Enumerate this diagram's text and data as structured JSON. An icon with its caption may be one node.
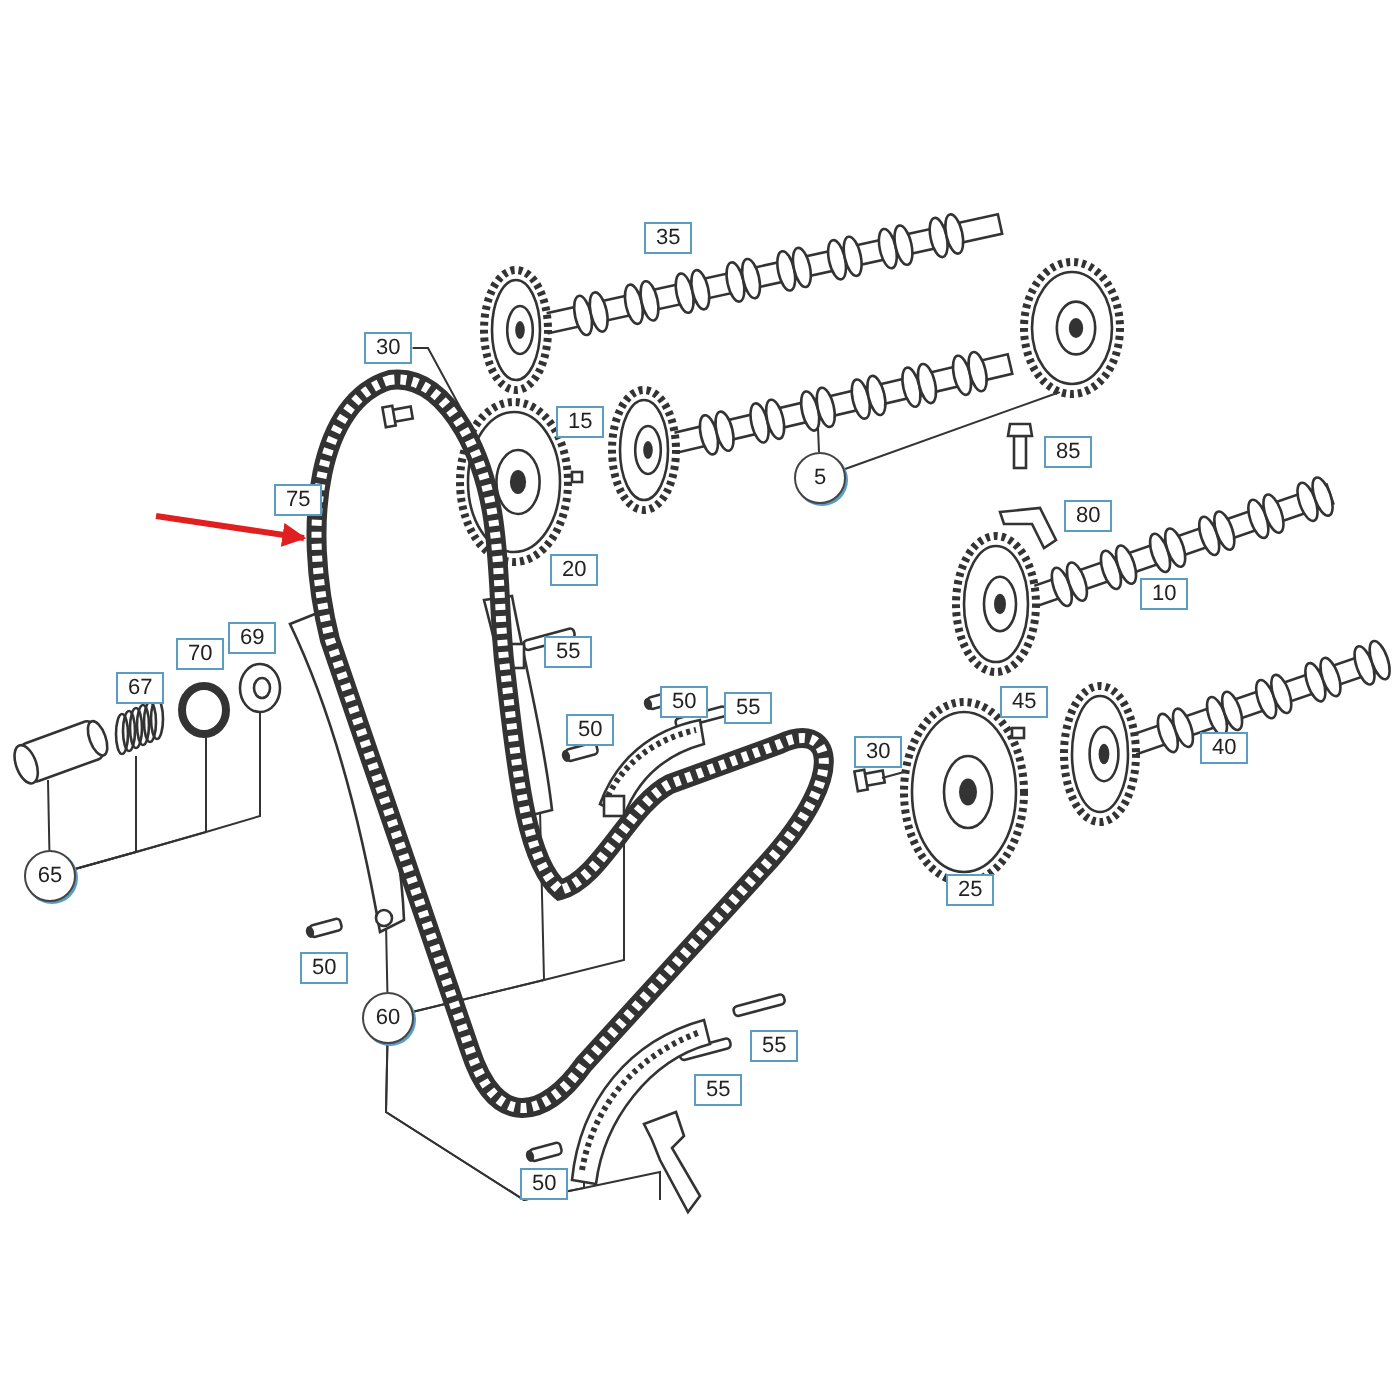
{
  "diagram": {
    "nodes": [
      {
        "text": [
          "30"
        ]
      },
      {
        "text": [],
        "shape": "picture"
      },
      {
        "text": [
          "5"
        ]
      },
      {
        "text": [],
        "shape": "picture"
      },
      {
        "text": [],
        "shape": "picture"
      },
      {
        "text": [
          "65"
        ]
      },
      {
        "text": [],
        "shape": "picture"
      },
      {
        "text": [],
        "shape": "picture"
      },
      {
        "text": [],
        "shape": "circle"
      },
      {
        "text": [],
        "shape": "picture"
      },
      {
        "text": [
          "60"
        ]
      },
      {
        "text": [],
        "shape": "picture"
      },
      {
        "text": [],
        "shape": "picture"
      },
      {
        "text": [],
        "shape": "picture"
      },
      {
        "text": [],
        "shape": "picture"
      },
      {
        "text": [],
        "shape": "picture"
      },
      {
        "text": [],
        "shape": "picture"
      },
      {
        "text": [
          "35"
        ]
      },
      {
        "text": [
          "15"
        ]
      },
      {
        "text": [
          "85"
        ]
      },
      {
        "text": [
          "75"
        ]
      },
      {
        "text": [
          "80"
        ]
      },
      {
        "text": [
          "20"
        ]
      },
      {
        "text": [
          "10"
        ]
      },
      {
        "text": [
          "69"
        ]
      },
      {
        "text": [
          "55"
        ]
      },
      {
        "text": [
          "70"
        ]
      },
      {
        "text": [
          "67"
        ]
      },
      {
        "text": [
          "50"
        ]
      },
      {
        "text": [
          "45"
        ]
      },
      {
        "text": [
          "55"
        ]
      },
      {
        "text": [
          "50"
        ]
      },
      {
        "text": [
          "30"
        ]
      },
      {
        "text": [
          "40"
        ]
      },
      {
        "text": [
          "25"
        ]
      },
      {
        "text": [
          "50"
        ]
      },
      {
        "text": [
          "55"
        ]
      },
      {
        "text": [
          "55"
        ]
      },
      {
        "text": [
          "50"
        ]
      }
    ],
    "edges": [
      {
        "from": 0,
        "to": 1,
        "arrow": "none"
      },
      {
        "from": 2,
        "to": 3,
        "arrow": "none"
      },
      {
        "from": 2,
        "to": 4,
        "arrow": "none"
      },
      {
        "from": 5,
        "to": 6,
        "arrow": "none"
      },
      {
        "from": 5,
        "to": 7,
        "arrow": "none"
      },
      {
        "from": 5,
        "to": 8,
        "arrow": "none"
      },
      {
        "from": 5,
        "to": 9,
        "arrow": "none"
      },
      {
        "from": 10,
        "to": 11,
        "arrow": "none"
      },
      {
        "from": 10,
        "to": 12,
        "arrow": "none"
      },
      {
        "from": 10,
        "to": 13,
        "arrow": "none"
      },
      {
        "from": 10,
        "to": 14,
        "arrow": "none"
      },
      {
        "from": 10,
        "to": 15,
        "arrow": "none"
      },
      {
        "from": null,
        "to": 16,
        "arrow": "to",
        "style": "thick",
        "color": "#e02020"
      }
    ]
  }
}
